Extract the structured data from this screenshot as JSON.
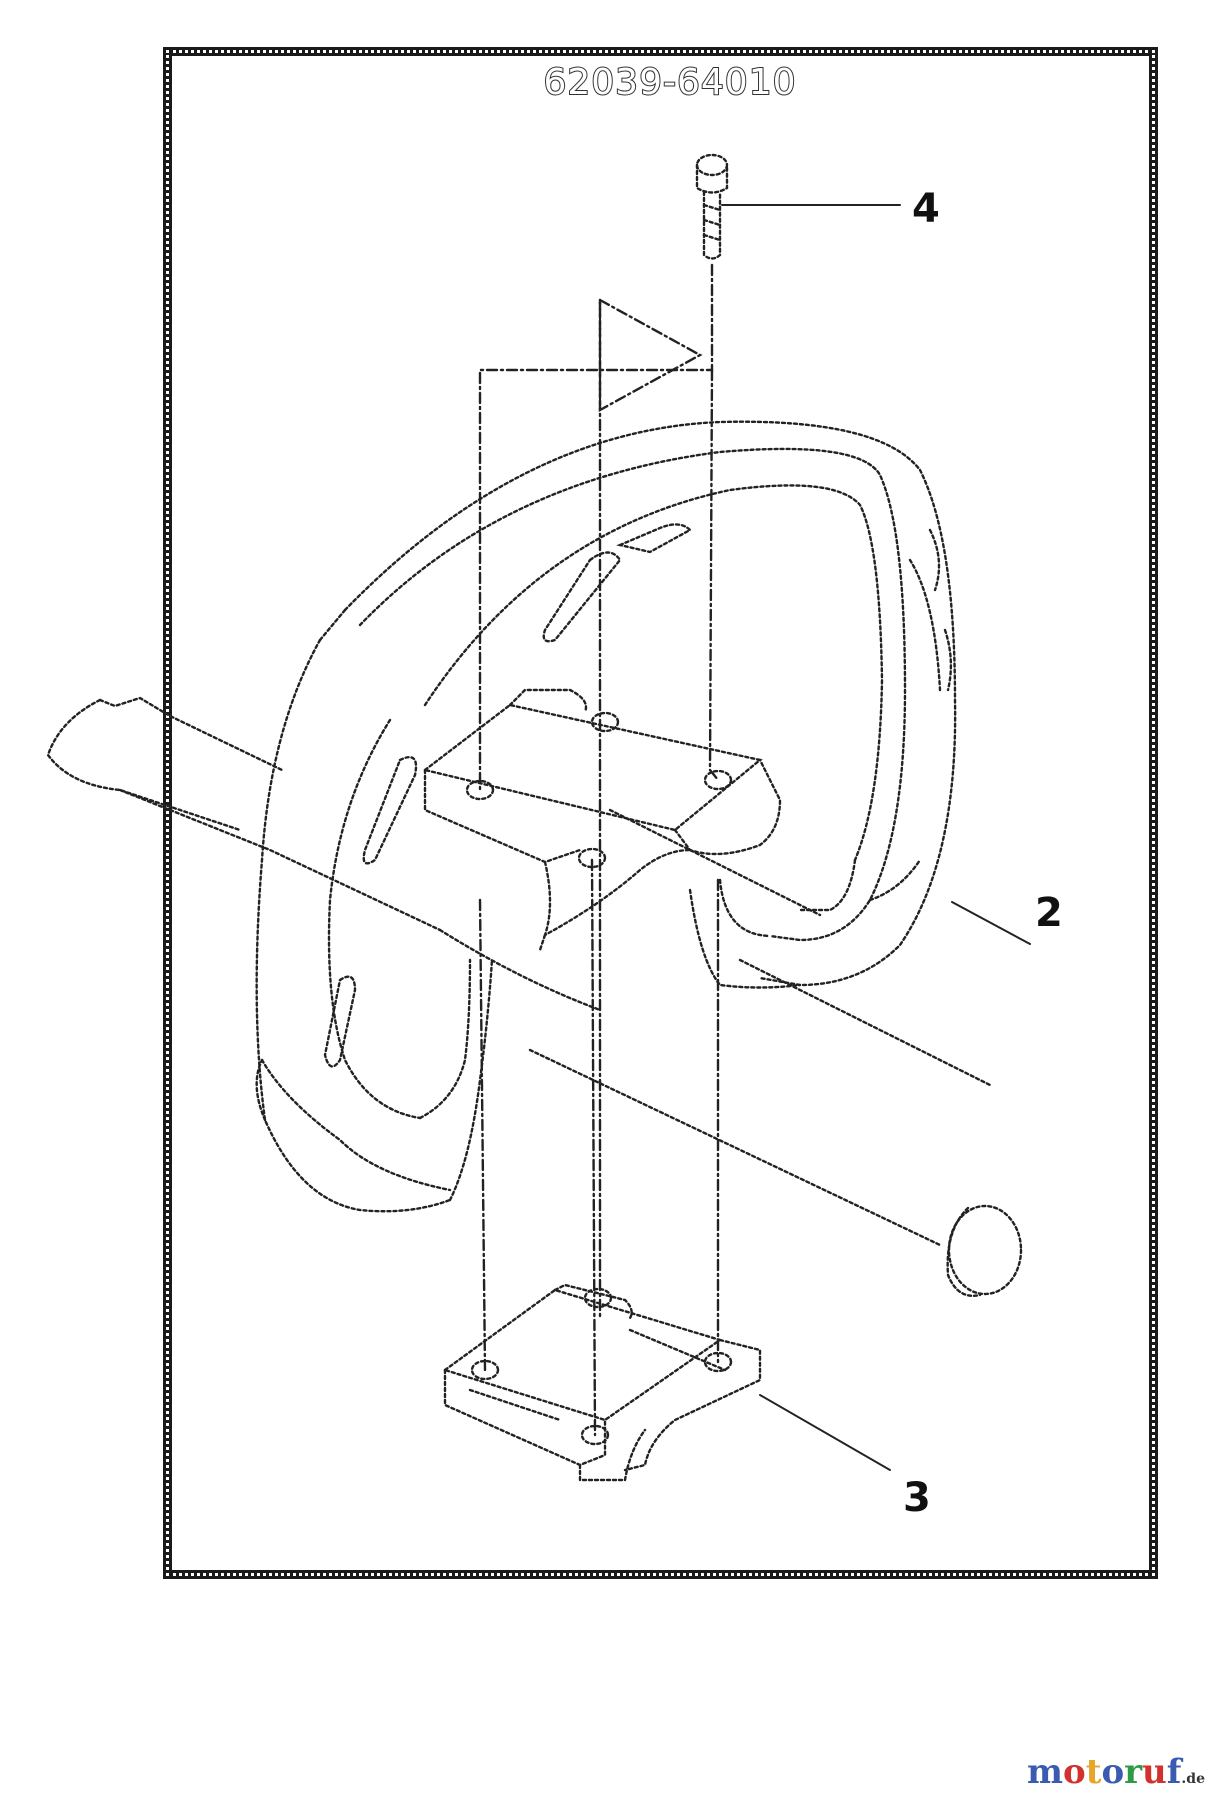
{
  "diagram": {
    "part_number": "62039-64010",
    "callouts": {
      "bolt": "4",
      "handle": "2",
      "clamp": "3"
    }
  },
  "watermark": {
    "letters": [
      "m",
      "o",
      "t",
      "o",
      "r",
      "u",
      "f"
    ],
    "colors": [
      "#3a5bb0",
      "#d1322e",
      "#e7a52a",
      "#3a5bb0",
      "#2f9a46",
      "#d1322e",
      "#3a5bb0"
    ],
    "tld": ".de"
  }
}
